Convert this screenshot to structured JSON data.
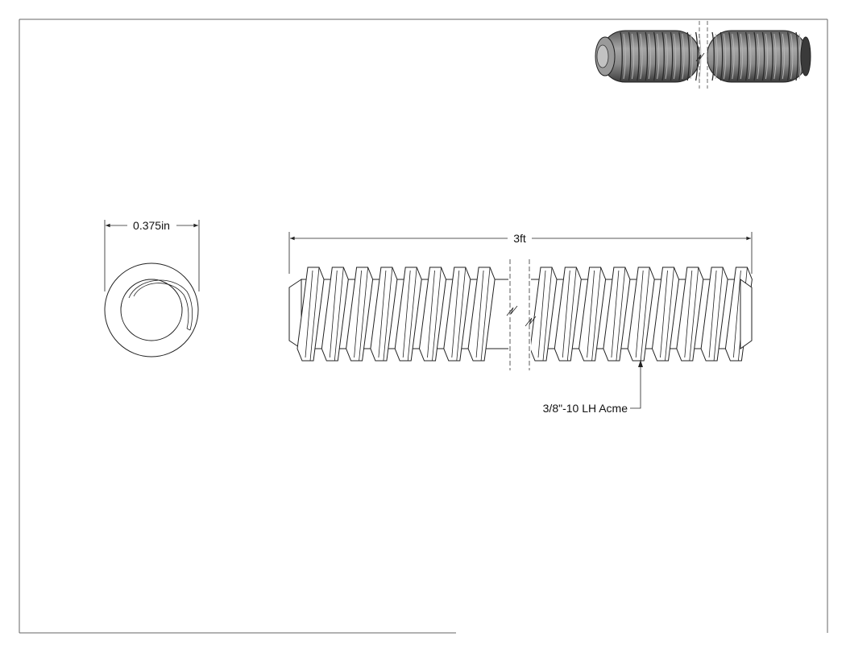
{
  "drawing": {
    "part": "Acme threaded rod",
    "views": [
      "end-view",
      "side-view",
      "isometric-view"
    ],
    "diameter_label": "0.375in",
    "length_label": "3ft",
    "thread_callout": "3/8\"-10 LH Acme",
    "colors": {
      "line": "#222222",
      "border": "#666666",
      "render_fill": "#8c8c8c",
      "render_dark": "#3a3a3a",
      "background": "#ffffff"
    }
  }
}
